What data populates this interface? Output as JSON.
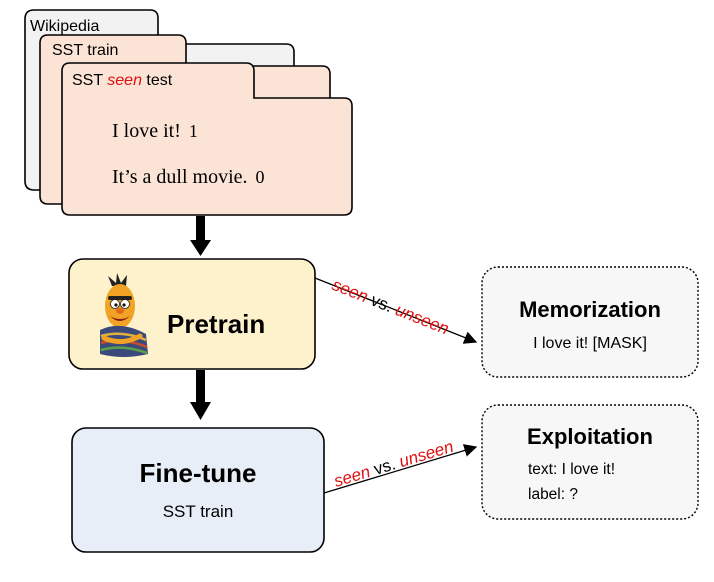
{
  "stack": {
    "back_label": "Wikipedia",
    "middle_label": "SST train",
    "front_label_pre": "SST ",
    "front_label_em": "seen",
    "front_label_post": " test",
    "examples": [
      {
        "text": "I love it!",
        "label": "1"
      },
      {
        "text": "It’s a dull movie.",
        "label": "0"
      }
    ]
  },
  "pretrain": {
    "title": "Pretrain",
    "mascot_icon": "bert-muppet-icon"
  },
  "finetune": {
    "title": "Fine-tune",
    "subtitle": "SST train"
  },
  "edges": [
    {
      "seen": "seen",
      "vs": " vs. ",
      "unseen": "unseen"
    },
    {
      "seen": "seen",
      "vs": " vs. ",
      "unseen": "unseen"
    }
  ],
  "memorization": {
    "title": "Memorization",
    "body": "I love it! [MASK]"
  },
  "exploitation": {
    "title": "Exploitation",
    "line1": "text: I love it!",
    "line2": "label: ?"
  },
  "colors": {
    "red_accent": "#e01010",
    "stack_back_fill": "#f2f2f2",
    "stack_front_fill": "#fbe3d6",
    "pretrain_fill": "#fdf2cc",
    "finetune_fill": "#e8eef8",
    "result_fill": "#f7f7f7"
  }
}
